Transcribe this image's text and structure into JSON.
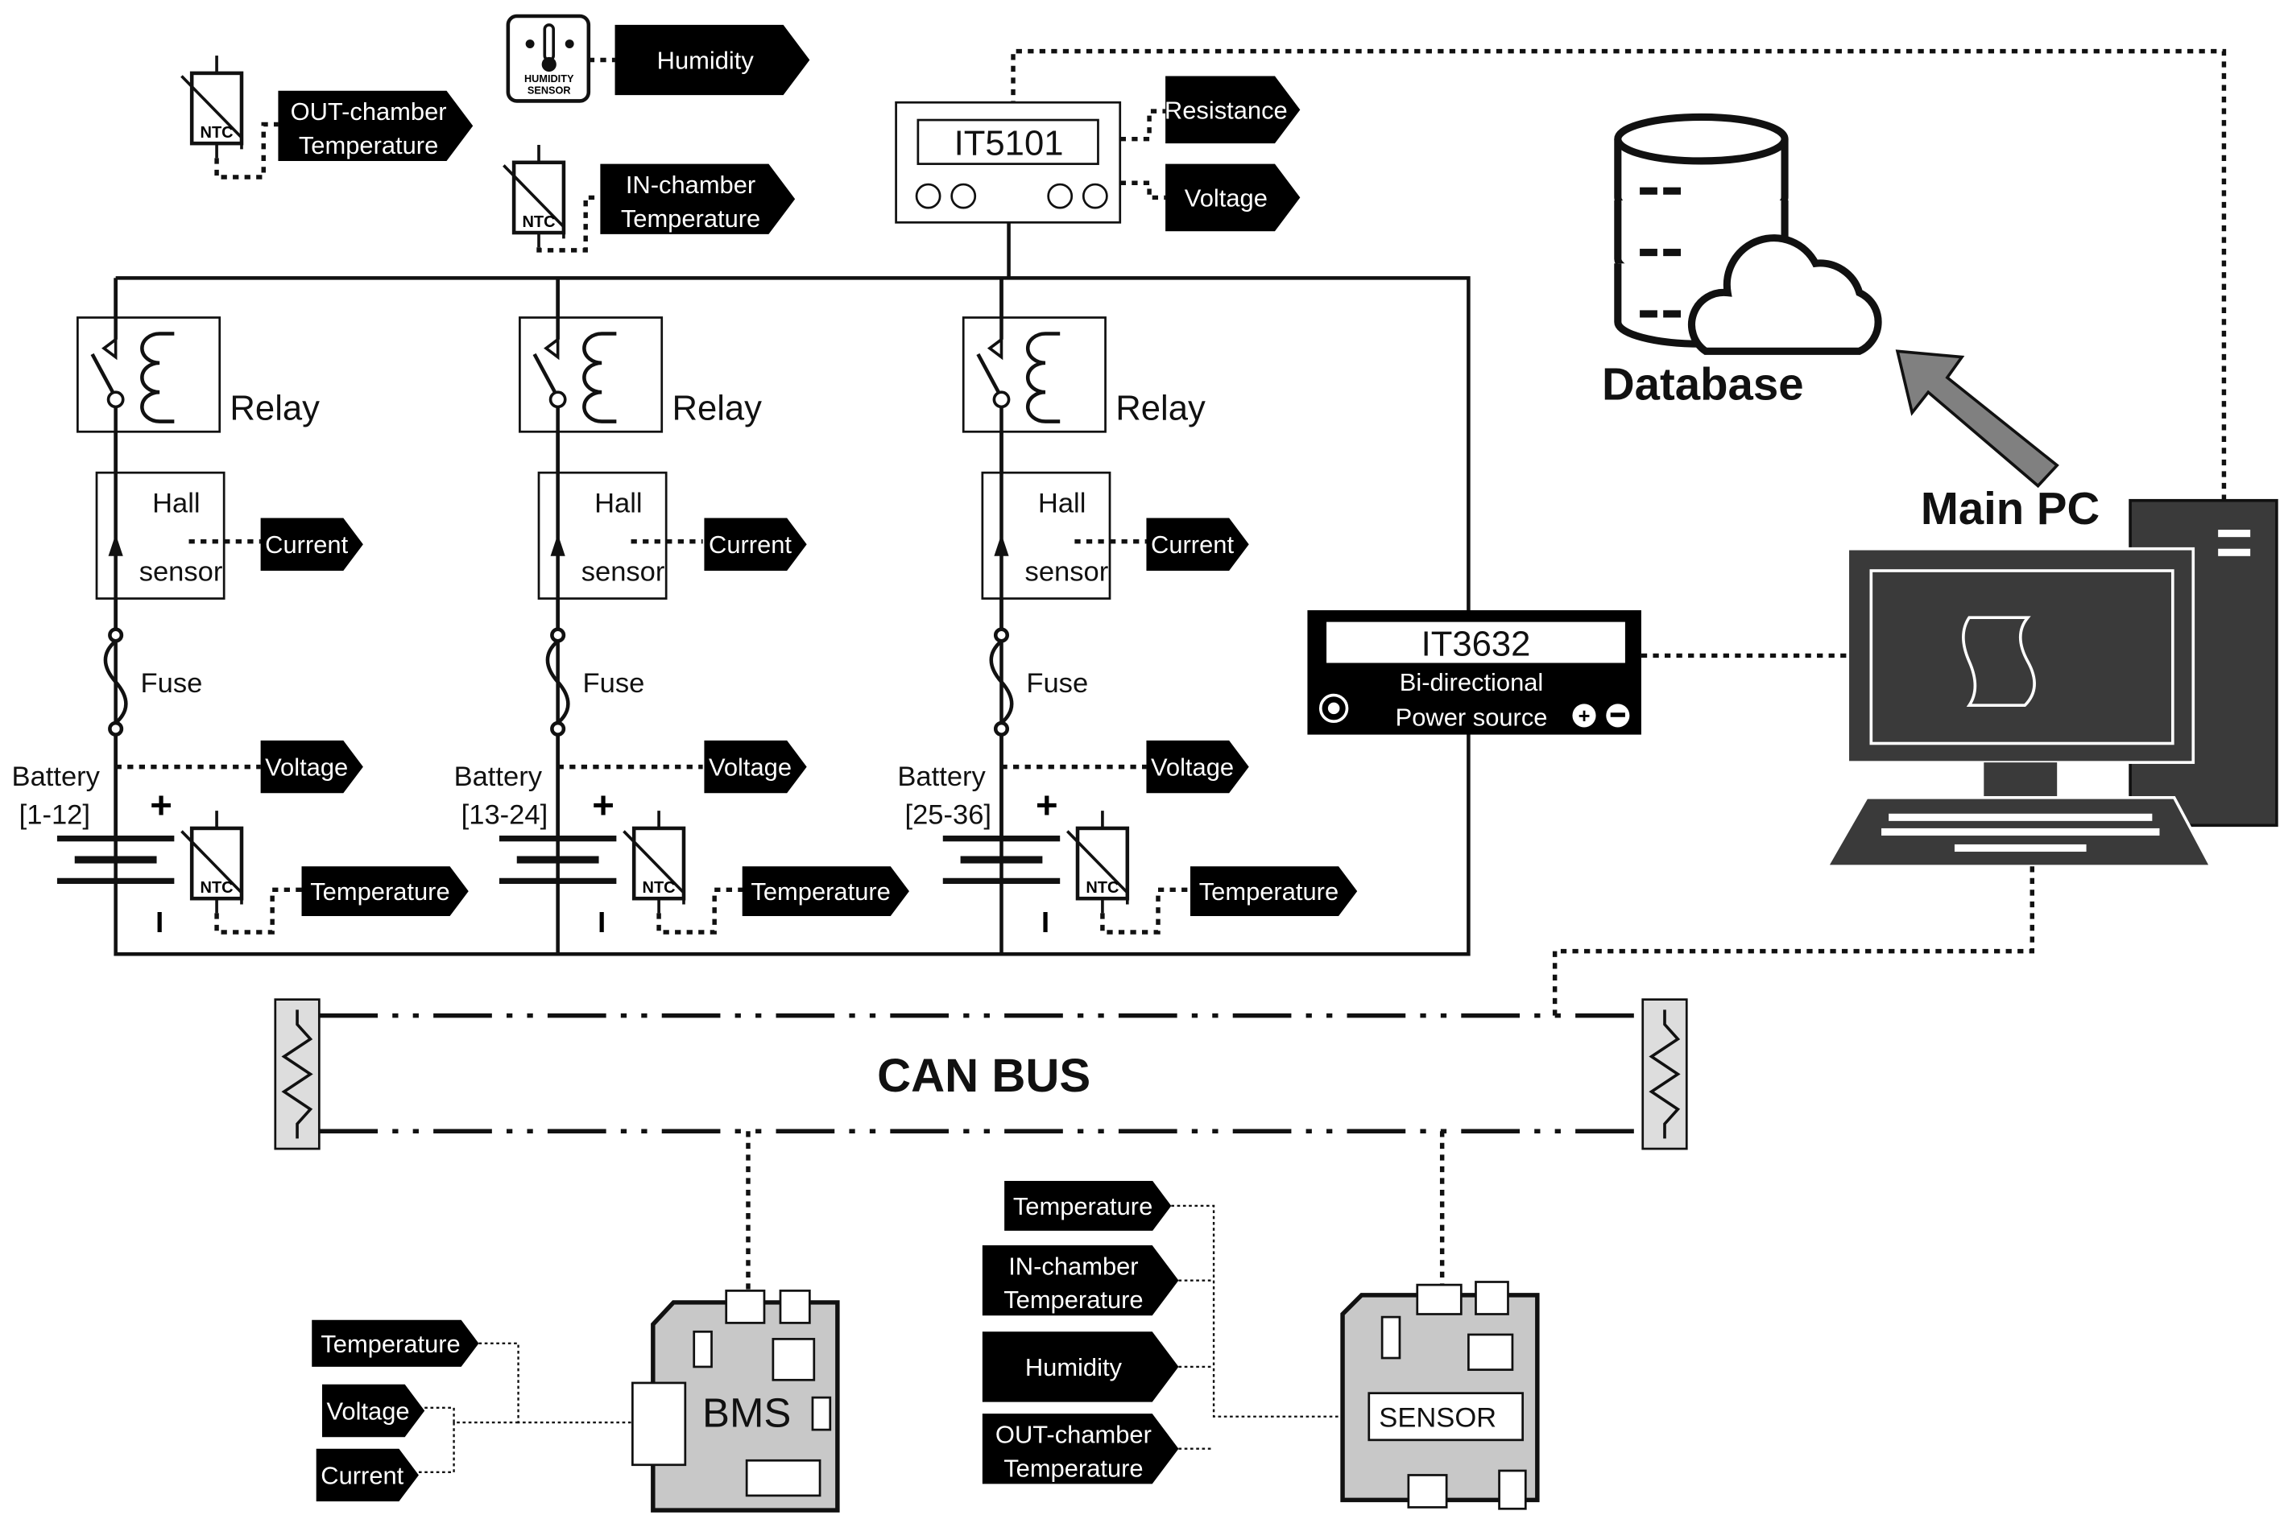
{
  "tags": {
    "humidity_top": [
      "Humidity"
    ],
    "out_chamber_top": [
      "OUT-chamber",
      "Temperature"
    ],
    "in_chamber_top": [
      "IN-chamber",
      "Temperature"
    ],
    "resistance": [
      "Resistance"
    ],
    "voltage_it5101": [
      "Voltage"
    ],
    "current_1": [
      "Current"
    ],
    "current_2": [
      "Current"
    ],
    "current_3": [
      "Current"
    ],
    "voltage_1": [
      "Voltage"
    ],
    "voltage_2": [
      "Voltage"
    ],
    "voltage_3": [
      "Voltage"
    ],
    "temperature_1": [
      "Temperature"
    ],
    "temperature_2": [
      "Temperature"
    ],
    "temperature_3": [
      "Temperature"
    ],
    "sensor_temperature": [
      "Temperature"
    ],
    "sensor_in_chamber": [
      "IN-chamber",
      "Temperature"
    ],
    "sensor_humidity": [
      "Humidity"
    ],
    "sensor_out_chamber": [
      "OUT-chamber",
      "Temperature"
    ],
    "bms_temperature": [
      "Temperature"
    ],
    "bms_voltage": [
      "Voltage"
    ],
    "bms_current": [
      "Current"
    ]
  },
  "humidity_sensor_icon": {
    "icon": "humidity-sensor-icon",
    "line1": "HUMIDITY",
    "line2": "SENSOR"
  },
  "ntc_label": "NTC",
  "it5101": {
    "name": "IT5101"
  },
  "it3632": {
    "name": "IT3632",
    "line1": "Bi-directional",
    "line2": "Power source"
  },
  "branches": [
    {
      "relay": "Relay",
      "hall1": "Hall",
      "hall2": "sensor",
      "fuse": "Fuse",
      "battery": "Battery",
      "range": "[1-12]",
      "plus": "+",
      "minus": "I"
    },
    {
      "relay": "Relay",
      "hall1": "Hall",
      "hall2": "sensor",
      "fuse": "Fuse",
      "battery": "Battery",
      "range": "[13-24]",
      "plus": "+",
      "minus": "I"
    },
    {
      "relay": "Relay",
      "hall1": "Hall",
      "hall2": "sensor",
      "fuse": "Fuse",
      "battery": "Battery",
      "range": "[25-36]",
      "plus": "+",
      "minus": "I"
    }
  ],
  "database": {
    "label": "Database",
    "icon": "database-cloud-icon"
  },
  "main_pc": {
    "label": "Main PC",
    "icon": "desktop-computer-icon"
  },
  "can_bus": {
    "label": "CAN BUS"
  },
  "bms": {
    "label": "BMS"
  },
  "sensor_board": {
    "label": "SENSOR"
  },
  "colors": {
    "tag_fill": "#000000",
    "board_fill": "#c8c8c8",
    "pc_fill": "#3a3a3a",
    "arrow_fill": "#808080"
  }
}
